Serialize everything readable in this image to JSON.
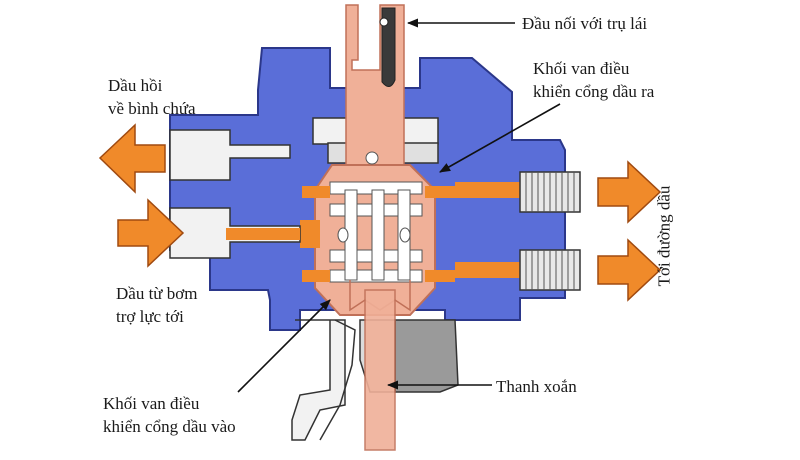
{
  "labels": {
    "steering_column": "Đầu nối với trụ lái",
    "outlet_valve": [
      "Khối van điều",
      "khiển cổng dầu ra"
    ],
    "return_oil": [
      "Dầu hồi",
      "về bình chứa"
    ],
    "pump_oil": [
      "Dầu từ bơm",
      "trợ lực tới"
    ],
    "torsion_bar": "Thanh xoắn",
    "inlet_valve": [
      "Khối van điều",
      "khiển cổng dầu vào"
    ],
    "to_cylinder": "Tới đường dầu"
  },
  "colors": {
    "housing": "#5a6ed8",
    "housing_dark": "#3a4aa8",
    "orange": "#f08a2a",
    "salmon": "#f0b098",
    "salmon_dark": "#d08060",
    "fitting": "#e8e8e8",
    "gray": "#8a8a8a"
  }
}
